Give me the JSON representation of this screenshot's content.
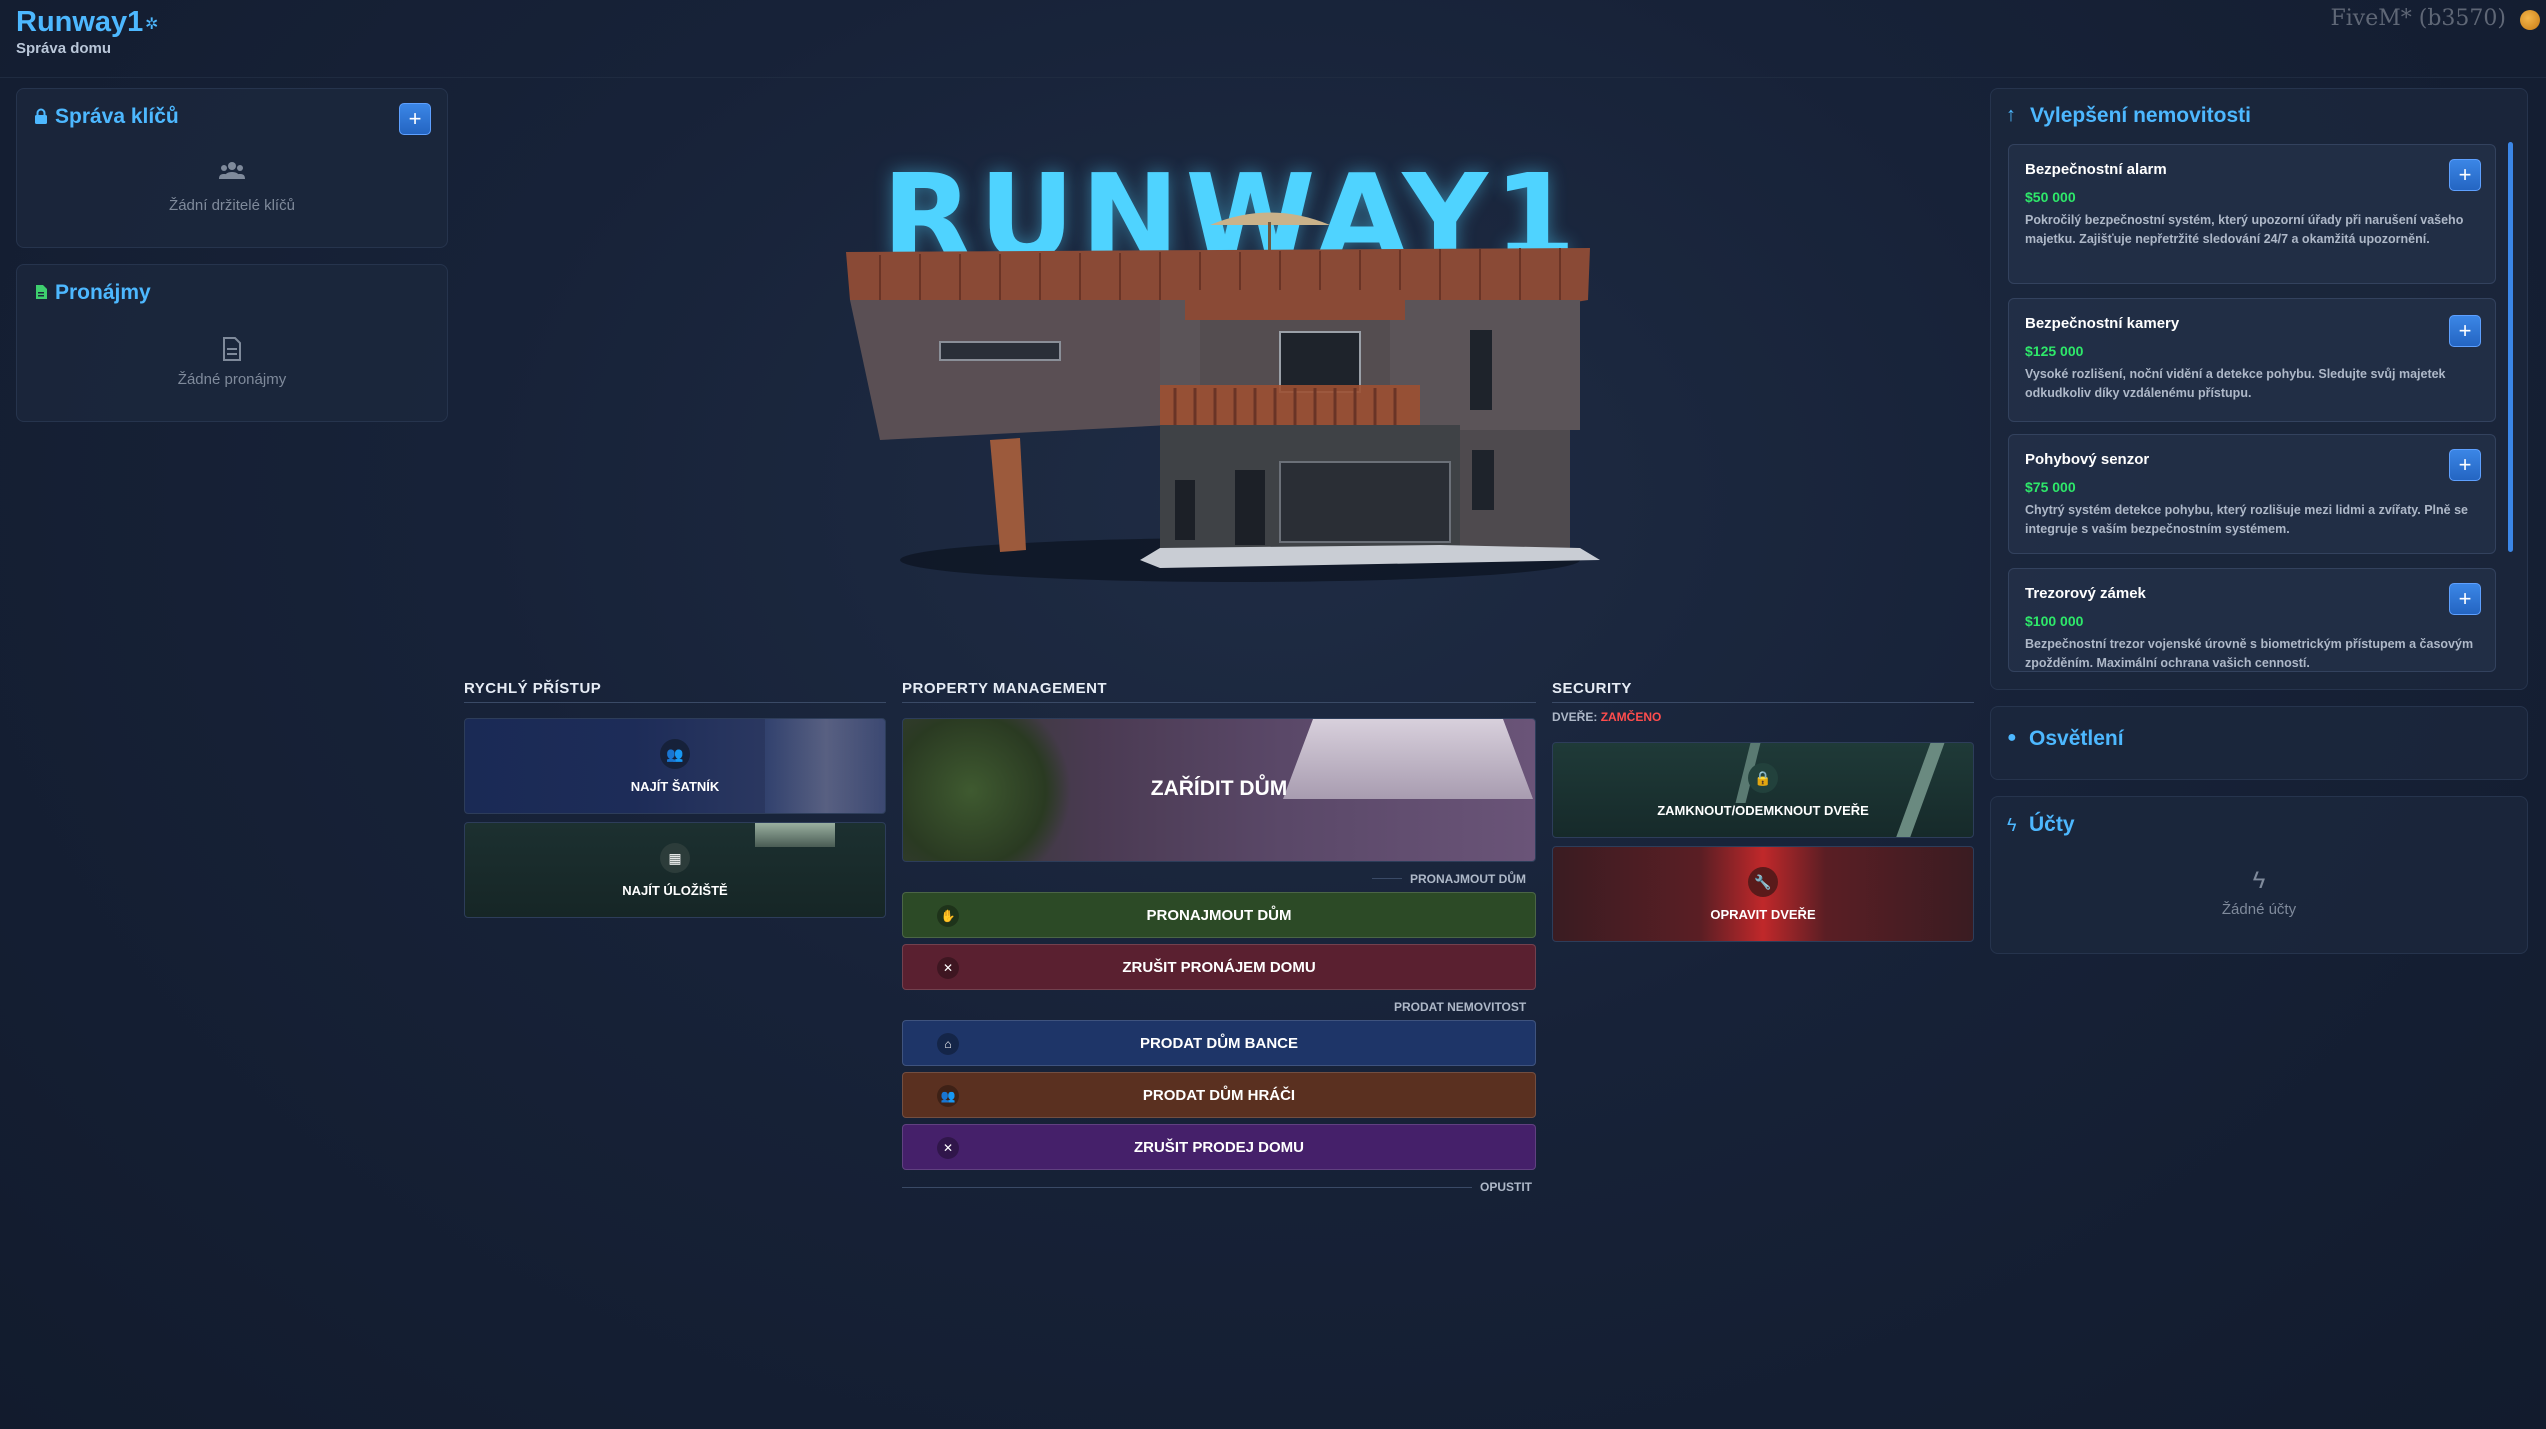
{
  "header": {
    "title": "Runway1",
    "subtitle": "Správa domu",
    "fivem_label": "FiveM* (b3570)"
  },
  "keys_panel": {
    "title": "Správa klíčů",
    "add_label": "+",
    "empty_text": "Žádní držitelé klíčů"
  },
  "rentals_panel": {
    "title": "Pronájmy",
    "empty_text": "Žádné pronájmy"
  },
  "hero": {
    "title": "RUNWAY1"
  },
  "quick_access": {
    "heading": "RYCHLÝ PŘÍSTUP",
    "wardrobe_label": "NAJÍT ŠATNÍK",
    "storage_label": "NAJÍT ÚLOŽIŠTĚ"
  },
  "management": {
    "heading": "PROPERTY MANAGEMENT",
    "furnish_label": "ZAŘÍDIT DŮM",
    "rent_section": "PRONAJMOUT DŮM",
    "rent_label": "PRONAJMOUT DŮM",
    "cancel_rent_label": "ZRUŠIT PRONÁJEM DOMU",
    "sell_section": "PRODAT NEMOVITOST",
    "sell_bank_label": "PRODAT DŮM BANCE",
    "sell_player_label": "PRODAT DŮM HRÁČI",
    "cancel_sale_label": "ZRUŠIT PRODEJ DOMU",
    "leave_section": "OPUSTIT"
  },
  "security": {
    "heading": "SECURITY",
    "door_label": "DVEŘE:",
    "door_status": "ZAMČENO",
    "lock_label": "ZAMKNOUT/ODEMKNOUT DVEŘE",
    "repair_label": "OPRAVIT DVEŘE"
  },
  "upgrades": {
    "title": "Vylepšení nemovitosti",
    "items": [
      {
        "name": "Bezpečnostní alarm",
        "price": "$50 000",
        "desc": "Pokročilý bezpečnostní systém, který upozorní úřady při narušení vašeho majetku. Zajišťuje nepřetržité sledování 24/7 a okamžitá upozornění."
      },
      {
        "name": "Bezpečnostní kamery",
        "price": "$125 000",
        "desc": "Vysoké rozlišení, noční vidění a detekce pohybu. Sledujte svůj majetek odkudkoliv díky vzdálenému přístupu."
      },
      {
        "name": "Pohybový senzor",
        "price": "$75 000",
        "desc": "Chytrý systém detekce pohybu, který rozlišuje mezi lidmi a zvířaty. Plně se integruje s vaším bezpečnostním systémem."
      },
      {
        "name": "Trezorový zámek",
        "price": "$100 000",
        "desc": "Bezpečnostní trezor vojenské úrovně s biometrickým přístupem a časovým zpožděním. Maximální ochrana vašich cenností."
      }
    ]
  },
  "lighting_panel": {
    "title": "Osvětlení"
  },
  "accounts_panel": {
    "title": "Účty",
    "empty_text": "Žádné účty"
  },
  "colors": {
    "accent": "#4db8ff",
    "price_green": "#2ee86a",
    "locked_red": "#ff4d4d"
  }
}
